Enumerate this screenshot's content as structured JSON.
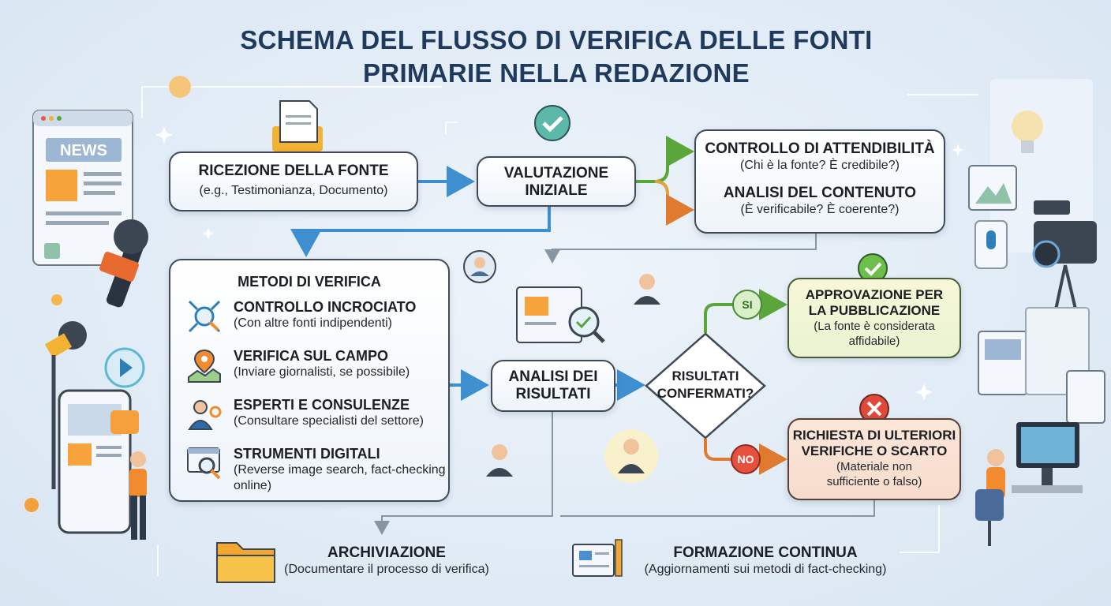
{
  "title": {
    "line1": "SCHEMA DEL FLUSSO DI VERIFICA DELLE FONTI",
    "line2": "PRIMARIE NELLA REDAZIONE"
  },
  "nodes": {
    "ricezione": {
      "heading": "RICEZIONE DELLA FONTE",
      "sub": "(e.g., Testimonianza, Documento)"
    },
    "valutazione": {
      "line1": "VALUTAZIONE",
      "line2": "INIZIALE"
    },
    "controllo": {
      "heading1": "CONTROLLO DI ATTENDIBILITÀ",
      "sub1": "(Chi è la fonte? È credibile?)",
      "heading2": "ANALISI DEL CONTENUTO",
      "sub2": "(È verificabile? È coerente?)"
    },
    "metodi": {
      "heading": "METODI DI VERIFICA",
      "items": [
        {
          "heading": "CONTROLLO INCROCIATO",
          "sub": "(Con altre fonti indipendenti)",
          "icon": "cross-check-icon"
        },
        {
          "heading": "VERIFICA SUL CAMPO",
          "sub": "(Inviare giornalisti, se possibile)",
          "icon": "map-pin-icon"
        },
        {
          "heading": "ESPERTI E CONSULENZE",
          "sub": "(Consultare specialisti del settore)",
          "icon": "expert-icon"
        },
        {
          "heading": "STRUMENTI DIGITALI",
          "sub": "(Reverse image search, fact-checking online)",
          "icon": "digital-search-icon"
        }
      ]
    },
    "analisi": {
      "line1": "ANALISI DEI",
      "line2": "RISULTATI"
    },
    "decisione": {
      "line1": "RISULTATI",
      "line2": "CONFERMATI?"
    },
    "approvazione": {
      "line1": "APPROVAZIONE PER",
      "line2": "LA PUBBLICAZIONE",
      "sub1": "(La fonte è considerata",
      "sub2": "affidabile)"
    },
    "richiesta": {
      "line1": "RICHIESTA DI ULTERIORI",
      "line2": "VERIFICHE O SCARTO",
      "sub1": "(Materiale non",
      "sub2": "sufficiente o falso)"
    },
    "archiviazione": {
      "heading": "ARCHIVIAZIONE",
      "sub": "(Documentare il processo di verifica)"
    },
    "formazione": {
      "heading": "FORMAZIONE CONTINUA",
      "sub": "(Aggiornamenti sui metodi di fact-checking)"
    }
  },
  "branches": {
    "yes": "SI",
    "no": "NO"
  },
  "decor": {
    "news_label": "NEWS"
  },
  "colors": {
    "title": "#1f3a5c",
    "arrow_blue": "#3d8fd0",
    "branch_green": "#5aa63a",
    "branch_orange": "#e07a2e",
    "reject_red": "#e0483a",
    "folder": "#f2b233"
  }
}
